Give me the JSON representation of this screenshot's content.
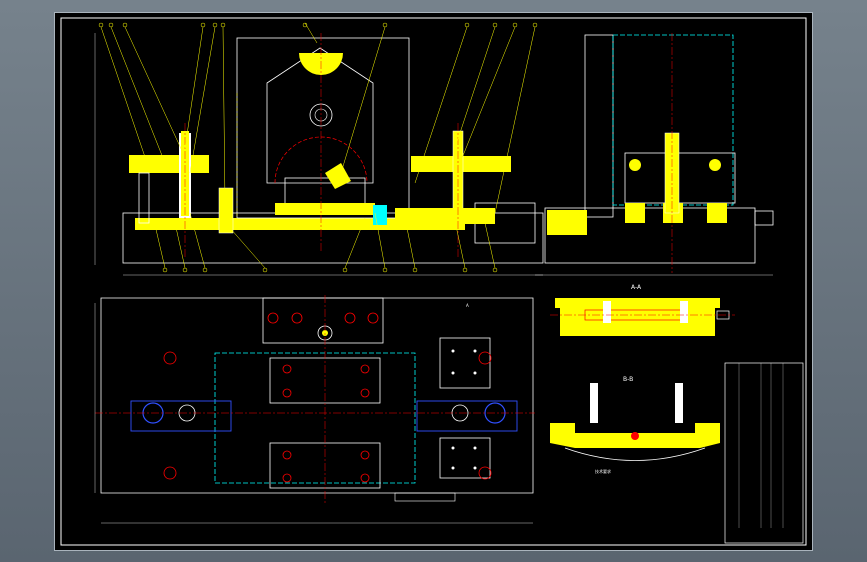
{
  "drawing": {
    "section_aa_label": "A-A",
    "section_bb_label": "B-B",
    "view_marker": "A",
    "note_text": "技术要求",
    "colors": {
      "background": "#000000",
      "frame": "#ffffff",
      "section_fill": "#ffff00",
      "outline": "#ffffff",
      "cyan": "#00ffff",
      "red": "#ff0000",
      "blue": "#3050ff",
      "leader": "#ffff00"
    }
  }
}
